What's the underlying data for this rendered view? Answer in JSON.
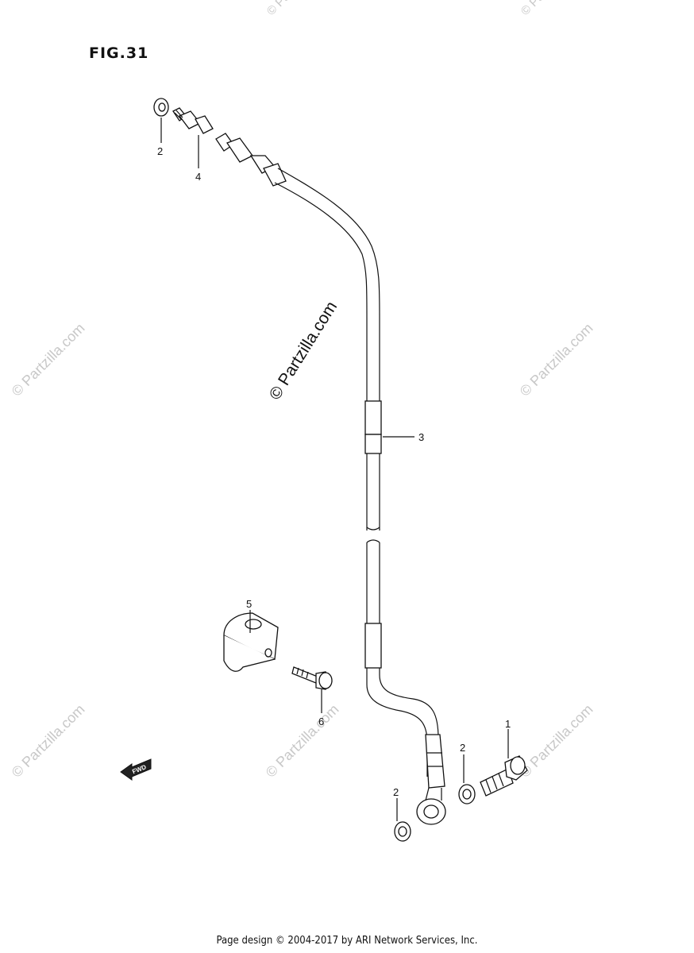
{
  "figure": {
    "title": "FIG.31"
  },
  "callouts": {
    "c1": "1",
    "c2a": "2",
    "c2b": "2",
    "c2c": "2",
    "c3": "3",
    "c4": "4",
    "c5": "5",
    "c6": "6"
  },
  "fwd_label": "FWD",
  "watermark": {
    "main": "© Partzilla.com",
    "faint": "© Partzilla.com"
  },
  "footer": {
    "text": "Page design © 2004-2017 by ARI Network Services, Inc."
  }
}
